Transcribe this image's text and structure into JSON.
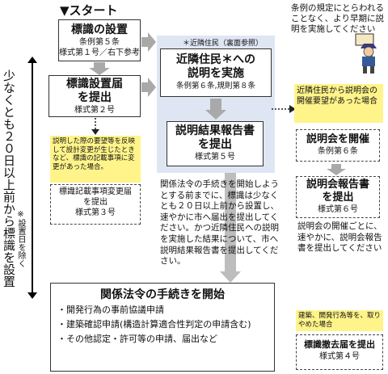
{
  "start_label": "▼スタート",
  "box_sign_install": {
    "title": "標識の設置",
    "line1": "条例第５条",
    "line2": "様式第１号／右下参考"
  },
  "box_sign_report": {
    "title1": "標識設置届",
    "title2": "を提出",
    "form": "様式第２号"
  },
  "note_yellow_left": "説明した際の要望等を反映して設計変更が生じたときなど、標識の記載事項に変更があった場合。",
  "box_sign_change": {
    "title1": "標識記載事項変更届",
    "title2": "を提出",
    "form": "様式第３号"
  },
  "vertical_main": "少なくとも２０日以上前から標識を設置",
  "vertical_sub": "※設置日を除く",
  "panel_label": "＊近隣住民（裏面参照）",
  "box_explain": {
    "title1": "近隣住民＊への",
    "title2": "説明を実施",
    "ref": "条例第６条,規則第８条"
  },
  "box_result": {
    "title1": "説明結果報告書",
    "title2": "を提出",
    "form": "様式第５号"
  },
  "middle_text": "関係法令の手続きを開始しようとする前までに、標識は少なくとも２０日以上前から設置し、速やかに市へ届出を提出してください。かつ近隣住民への説明を実施した結果について、市へ説明結果報告書を提出してください。",
  "top_right_note": "条例の規定にとらわれることなく、より早期に説明を実施してください",
  "yellow_right_note": "近隣住民から説明会の開催要望があった場合",
  "box_meeting": {
    "title": "説明会を開催",
    "ref": "条例第６条"
  },
  "box_meeting_report": {
    "title1": "説明会報告書",
    "title2": "を提出",
    "form": "様式第６号"
  },
  "meeting_text": "説明会の開催ごとに、速やかに、説明会報告書を提出してください",
  "box_law": {
    "title": "関係法令の手続きを開始",
    "items": [
      "・開発行為の事前協議申請",
      "・建築確認申請(構造計算適合性判定の申請含む)",
      "・その他認定・許可等の申請、届出など"
    ]
  },
  "yellow_bottom_note": "建築、開発行為等を、取りやめた場合",
  "box_removal": {
    "title": "標識撤去届を提出",
    "form": "様式第４号"
  },
  "colors": {
    "highlight_yellow": "#fff48a",
    "panel_blue": "#dfe6f3",
    "arrow_gray": "#a9a9a9"
  },
  "icons": [
    "person-with-sign-icon"
  ]
}
